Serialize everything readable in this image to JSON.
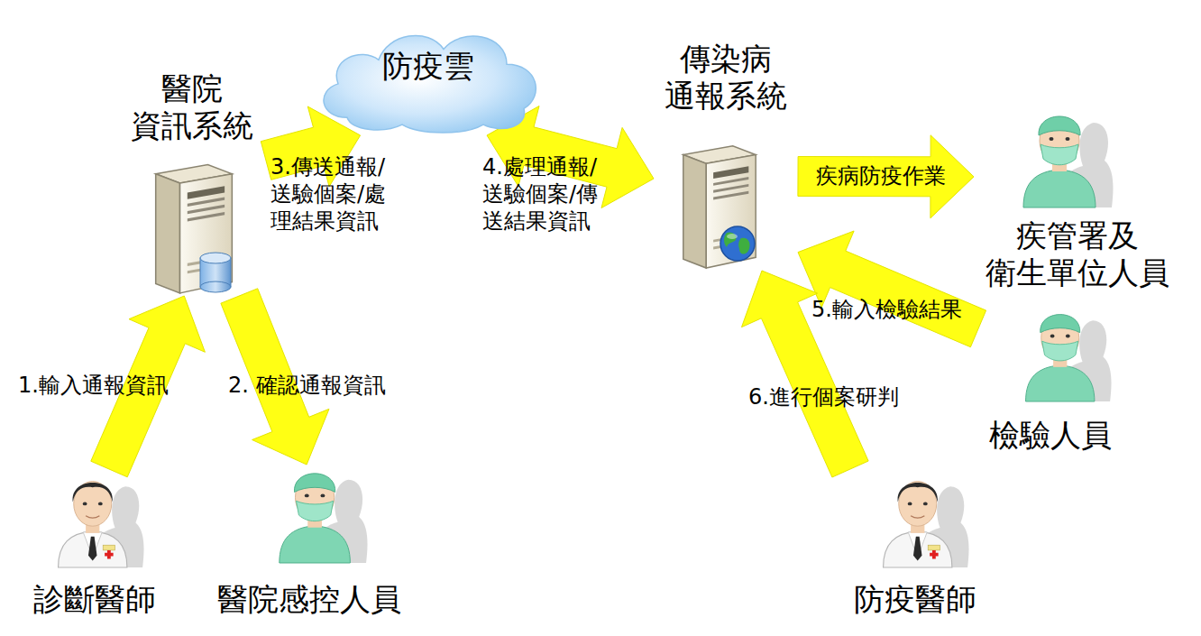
{
  "diagram": {
    "nodes": [
      {
        "text": [
          "醫院 資訊系統"
        ]
      },
      {
        "text": [
          "防疫雲"
        ]
      },
      {
        "text": [
          "傳染病 通報系統"
        ]
      },
      {
        "text": [
          "疾管署及 衛生單位人員"
        ]
      },
      {
        "text": [
          "檢驗人員"
        ]
      },
      {
        "text": [
          "診斷醫師"
        ]
      },
      {
        "text": [
          "醫院感控人員"
        ]
      },
      {
        "text": [
          "防疫醫師"
        ]
      }
    ],
    "edges": [
      {
        "from": 5,
        "to": 0,
        "arrow": "to",
        "label": "1.輸入通報資訊"
      },
      {
        "from": 0,
        "to": 6,
        "arrow": "to",
        "label": "2. 確認通報資訊"
      },
      {
        "from": 0,
        "to": 1,
        "arrow": "to",
        "label": "3.傳送通報/送驗個案/處理結果資訊"
      },
      {
        "from": 1,
        "to": 2,
        "arrow": "both",
        "label": "4.處理通報/送驗個案/傳送結果資訊"
      },
      {
        "from": 2,
        "to": 3,
        "arrow": "to",
        "label": "疾病防疫作業"
      },
      {
        "from": 4,
        "to": 2,
        "arrow": "to",
        "label": "5.輸入檢驗結果"
      },
      {
        "from": 7,
        "to": 2,
        "arrow": "to",
        "label": "6.進行個案研判"
      }
    ]
  }
}
